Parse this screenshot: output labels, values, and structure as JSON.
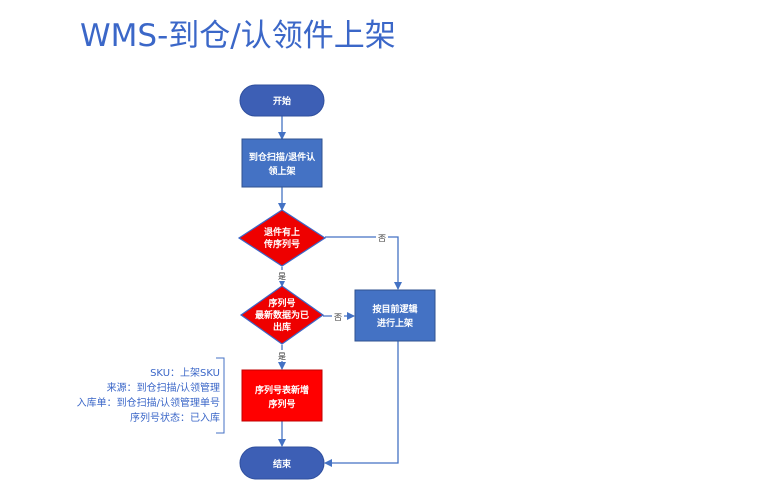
{
  "title": "WMS-到仓/认领件上架",
  "nodes": {
    "start": "开始",
    "scan": [
      "到仓扫描/退件认",
      "领上架"
    ],
    "decision_serial": [
      "退件有上",
      "传序列号"
    ],
    "decision_outbound": [
      "序列号",
      "最新数据为已",
      "出库"
    ],
    "logic": [
      "按目前逻辑",
      "进行上架"
    ],
    "serial_add": [
      "序列号表新增",
      "序列号"
    ],
    "end": "结束"
  },
  "edges": {
    "yes_1": "是",
    "no_1": "否",
    "yes_2": "是",
    "no_2": "否"
  },
  "note": [
    "SKU：上架SKU",
    "来源：到仓扫描/认领管理",
    "入库单：到仓扫描/认领管理单号",
    "序列号状态：已入库"
  ],
  "colors": {
    "title": "#3b67c8",
    "terminal_fill": "#3d5fb5",
    "process_fill": "#4472c4",
    "decision_fill": "#ee0000",
    "arrow": "#4472c4",
    "note_text": "#3b67c8"
  }
}
